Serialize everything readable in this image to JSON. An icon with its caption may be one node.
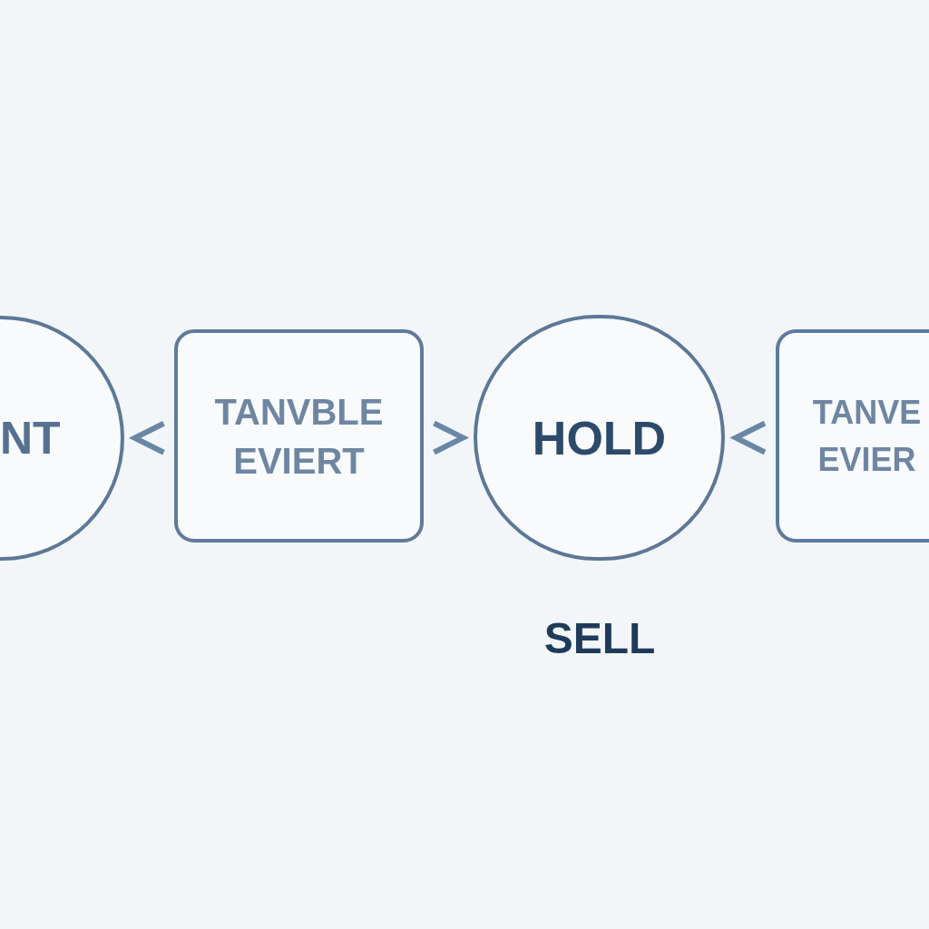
{
  "diagram": {
    "nodes": [
      {
        "text": [
          "NT"
        ]
      },
      {
        "text": [
          "TANVBLE EVIERT"
        ]
      },
      {
        "text": [
          "HOLD"
        ]
      },
      {
        "text": [
          "TANVE EVIER"
        ]
      }
    ],
    "edges": [
      {
        "from": 1,
        "to": 0,
        "arrow": "to"
      },
      {
        "from": 1,
        "to": 2,
        "arrow": "to"
      },
      {
        "from": 3,
        "to": 2,
        "arrow": "to"
      }
    ],
    "labels": [
      "SELL"
    ]
  }
}
